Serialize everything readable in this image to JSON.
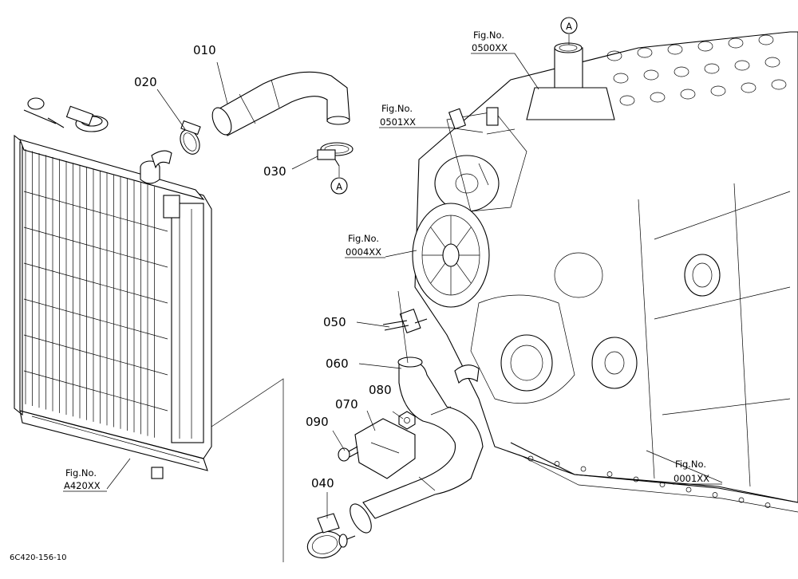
{
  "parts": [
    {
      "id": "p010",
      "label": "010"
    },
    {
      "id": "p020",
      "label": "020"
    },
    {
      "id": "p030",
      "label": "030"
    },
    {
      "id": "p040",
      "label": "040"
    },
    {
      "id": "p050",
      "label": "050"
    },
    {
      "id": "p060",
      "label": "060"
    },
    {
      "id": "p070",
      "label": "070"
    },
    {
      "id": "p080",
      "label": "080"
    },
    {
      "id": "p090",
      "label": "090"
    }
  ],
  "refs": {
    "fig_0500": {
      "line1": "Fig.No.",
      "line2": "0500XX"
    },
    "fig_0501": {
      "line1": "Fig.No.",
      "line2": "0501XX"
    },
    "fig_0004": {
      "line1": "Fig.No.",
      "line2": "0004XX"
    },
    "fig_A420": {
      "line1": "Fig.No.",
      "line2": "A420XX"
    },
    "fig_0001": {
      "line1": "Fig.No.",
      "line2": "0001XX"
    }
  },
  "markers": {
    "a_top": "A",
    "a_hose": "A"
  },
  "diagram_code": "6C420-156-10"
}
